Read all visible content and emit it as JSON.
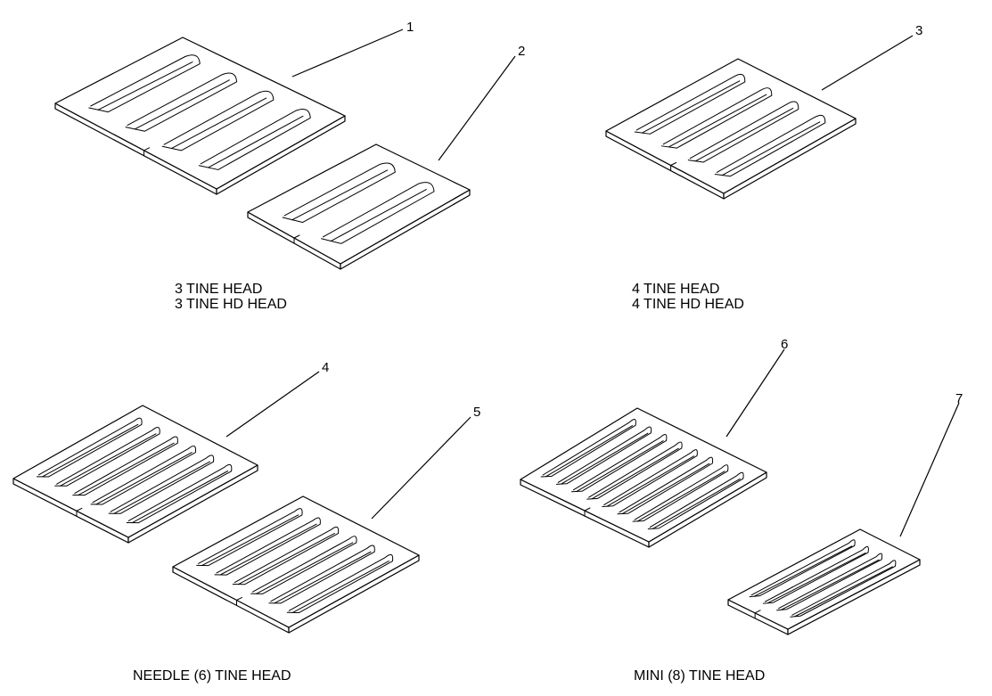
{
  "callouts": {
    "c1": "1",
    "c2": "2",
    "c3": "3",
    "c4": "4",
    "c5": "5",
    "c6": "6",
    "c7": "7"
  },
  "captions": {
    "three_tine_line1": "3 TINE HEAD",
    "three_tine_line2": "3 TINE HD HEAD",
    "four_tine_line1": "4 TINE HEAD",
    "four_tine_line2": "4 TINE HD HEAD",
    "needle": "NEEDLE (6) TINE HEAD",
    "mini": "MINI (8) TINE HEAD"
  },
  "parts": [
    {
      "callout": "1",
      "tines": 4
    },
    {
      "callout": "2",
      "tines": 2
    },
    {
      "callout": "3",
      "tines": 4
    },
    {
      "callout": "4",
      "tines": 6
    },
    {
      "callout": "5",
      "tines": 6
    },
    {
      "callout": "6",
      "tines": 8
    },
    {
      "callout": "7",
      "tines": 4
    }
  ]
}
